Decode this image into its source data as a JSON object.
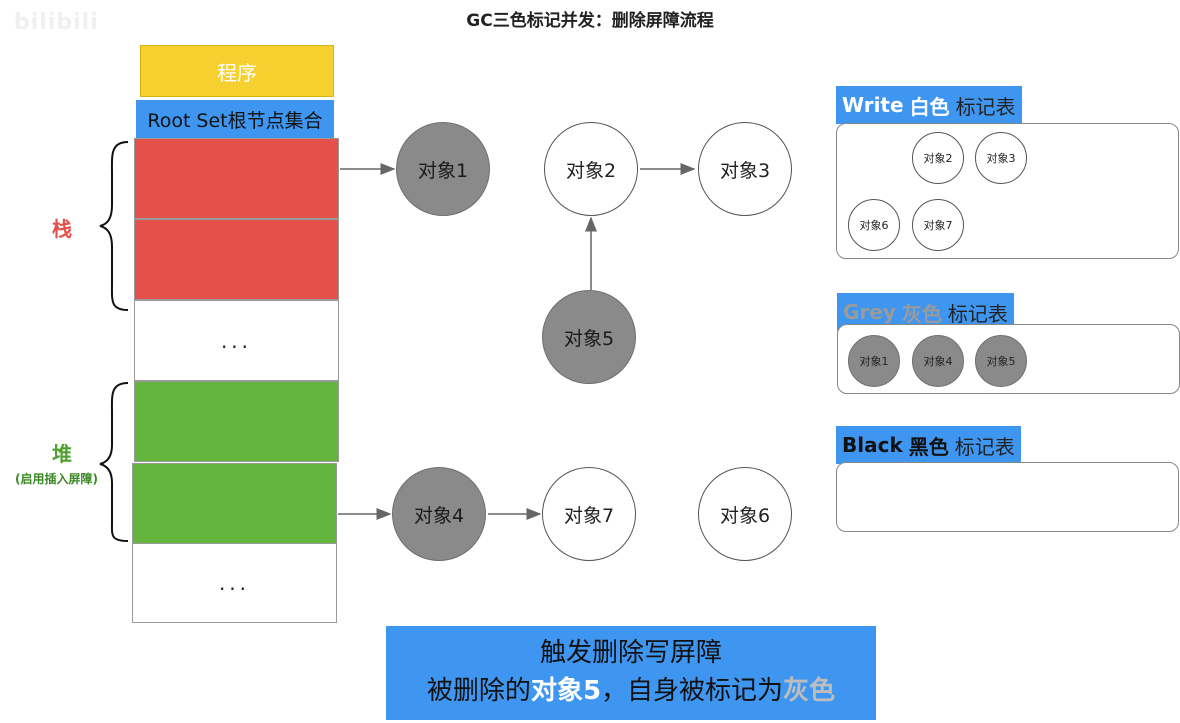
{
  "watermark": "bilibili",
  "title": "GC三色标记并发：删除屏障流程",
  "stack_diagram": {
    "program_label": "程序",
    "rootset_label": "Root Set根节点集合",
    "stack_label": "栈",
    "heap_label": "堆",
    "heap_note": "(启用插入屏障)",
    "ellipsis": "..."
  },
  "objects": {
    "obj1": "对象1",
    "obj2": "对象2",
    "obj3": "对象3",
    "obj4": "对象4",
    "obj5": "对象5",
    "obj6": "对象6",
    "obj7": "对象7"
  },
  "tables": {
    "white": {
      "label_en": "Write",
      "label_cn": "白色",
      "label_suffix": "标记表",
      "items": [
        "对象2",
        "对象3",
        "对象6",
        "对象7"
      ]
    },
    "grey": {
      "label_en": "Grey",
      "label_cn": "灰色",
      "label_suffix": "标记表",
      "items": [
        "对象1",
        "对象4",
        "对象5"
      ]
    },
    "black": {
      "label_en": "Black",
      "label_cn": "黑色",
      "label_suffix": "标记表",
      "items": []
    }
  },
  "banner": {
    "line1": "触发删除写屏障",
    "line2_pre": "被删除的",
    "line2_obj": "对象5",
    "line2_mid": "，自身被标记为",
    "line2_color": "灰色"
  },
  "colors": {
    "program": "#f5d02f",
    "rootset": "#3f96f0",
    "stack": "#e4504a",
    "heap": "#63b53e",
    "grey_object": "#8a8a8a",
    "label_bg": "#3f96f0"
  }
}
